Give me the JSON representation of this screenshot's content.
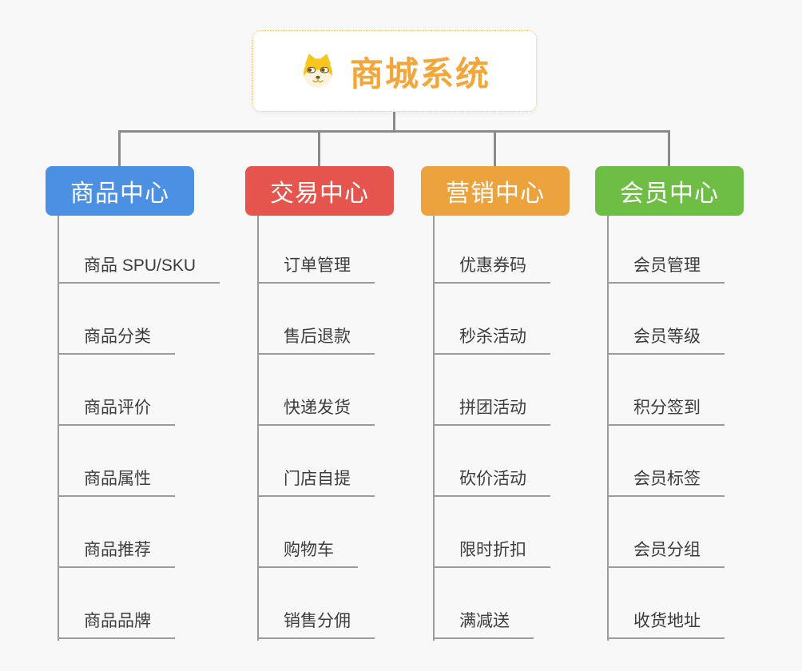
{
  "root": {
    "label": "商城系统",
    "icon": "shiba-dog-icon",
    "accent_color": "#F3A73B",
    "border_color": "#F0C27E"
  },
  "connector_color": "#8A8A8A",
  "underline_color": "#9B9B9B",
  "background_color": "#F8F8F8",
  "branches": [
    {
      "label": "商品中心",
      "color": "#4B90E2",
      "items": [
        "商品 SPU/SKU",
        "商品分类",
        "商品评价",
        "商品属性",
        "商品推荐",
        "商品品牌"
      ]
    },
    {
      "label": "交易中心",
      "color": "#E6554D",
      "items": [
        "订单管理",
        "售后退款",
        "快递发货",
        "门店自提",
        "购物车",
        "销售分佣"
      ]
    },
    {
      "label": "营销中心",
      "color": "#EDA33D",
      "items": [
        "优惠券码",
        "秒杀活动",
        "拼团活动",
        "砍价活动",
        "限时折扣",
        "满减送"
      ]
    },
    {
      "label": "会员中心",
      "color": "#6EBE45",
      "items": [
        "会员管理",
        "会员等级",
        "积分签到",
        "会员标签",
        "会员分组",
        "收货地址"
      ]
    }
  ]
}
